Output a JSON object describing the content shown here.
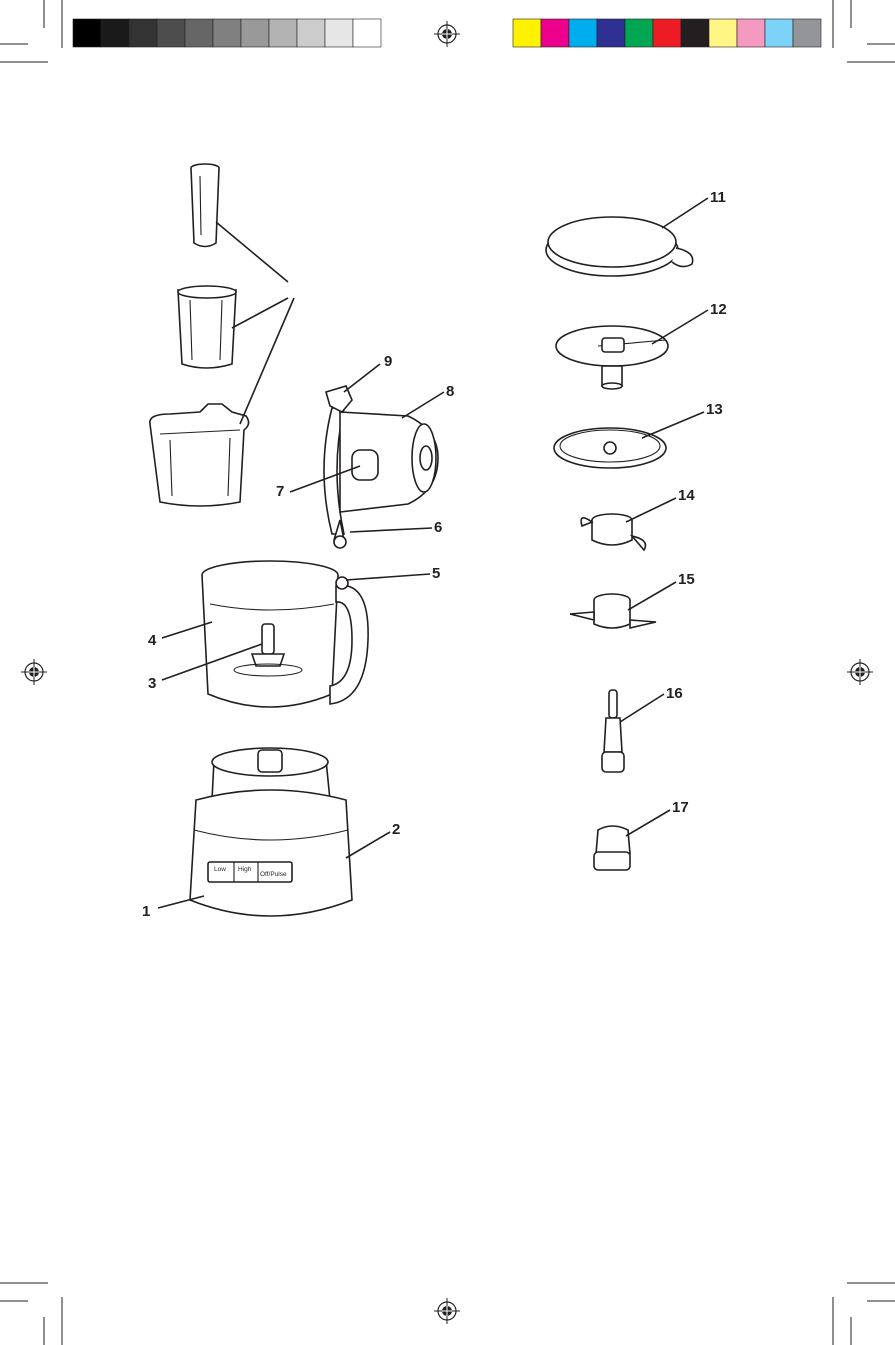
{
  "printer_marks": {
    "grayscale_bar": [
      "#000000",
      "#1a1a1a",
      "#333333",
      "#4d4d4d",
      "#666666",
      "#808080",
      "#999999",
      "#b3b3b3",
      "#cccccc",
      "#e6e6e6",
      "#ffffff"
    ],
    "color_bar": [
      "#fff200",
      "#ec008c",
      "#00aeef",
      "#2e3192",
      "#00a651",
      "#ed1c24",
      "#231f20",
      "#fff685",
      "#f49ac1",
      "#7dd3f7",
      "#939598"
    ],
    "registration_icon": "registration-target-icon"
  },
  "control_panel": {
    "low_label": "Low",
    "high_label": "High",
    "off_pulse_label": "Off/Pulse"
  },
  "callouts": {
    "c1": "1",
    "c2": "2",
    "c3": "3",
    "c4": "4",
    "c5": "5",
    "c6": "6",
    "c7": "7",
    "c8": "8",
    "c9": "9",
    "c11": "11",
    "c12": "12",
    "c13": "13",
    "c14": "14",
    "c15": "15",
    "c16": "16",
    "c17": "17"
  },
  "line_color": "#231f20"
}
